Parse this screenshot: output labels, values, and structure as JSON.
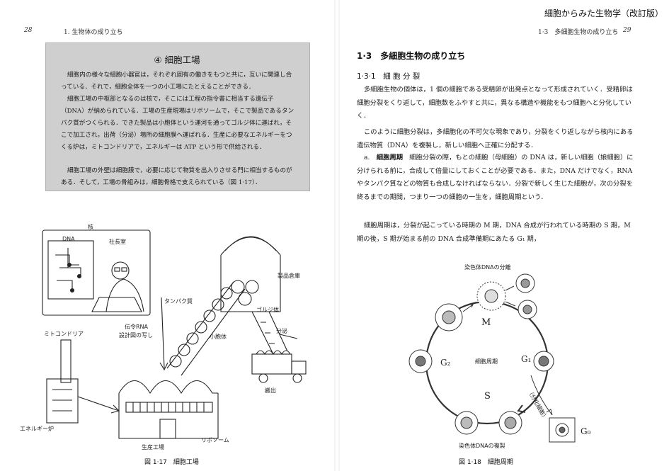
{
  "left_page": {
    "page_number": "28",
    "running_head": "1. 生物体の成り立ち",
    "box": {
      "title": "④ 細胞工場",
      "paragraphs": [
        "細胞内の様々な細胞小器官は，それぞれ固有の働きをもつと共に，互いに関連し合っている．それで，細胞全体を一つの小工場にたとえることができる．",
        "細胞工場の中枢部となるのは核で，そこには工程の指令書に相当する遺伝子（DNA）が納められている．工場の生産現場はリボソームで，そこで製品であるタンパク質がつくられる．できた製品は小胞体という運河を通ってゴルジ体に運ばれ，そこで加工され，出荷（分泌）場所の細胞膜へ運ばれる．生産に必要なエネルギーをつくる炉は，ミトコンドリアで，エネルギーは ATP という形で供給される．",
        "細胞工場の外壁は細胞膜で，必要に応じて物質を出入りさせる門に相当するものがある．そして，工場の骨組みは，細胞骨格で支えられている（図 1·17）．"
      ]
    },
    "figure": {
      "labels": {
        "nucleus": "核",
        "dna": "DNA",
        "president_room": "社長室",
        "mitochondria": "ミトコンドリア",
        "energy_furnace": "エネルギー炉",
        "protein": "タンパク質",
        "mrna_line1": "伝令RNA",
        "mrna_line2": "設計図の写し",
        "er": "小胞体",
        "golgi": "ゴルジ体",
        "warehouse": "製品倉庫",
        "secretion": "分泌",
        "shipping": "搬出",
        "factory": "生産工場",
        "ribosome": "リボソーム"
      },
      "caption": "図 1·17　細胞工場"
    }
  },
  "right_page": {
    "book_title": "細胞からみた生物学（改訂版）",
    "running_head": "1·3　多細胞生物の成り立ち",
    "page_number": "29",
    "section_title": "1·3　多細胞生物の成り立ち",
    "subsection_title": "1·3·1　細 胞 分 裂",
    "paragraphs": [
      {
        "text": "多細胞生物の個体は，1 個の細胞である受精卵が出発点となって形成されていく．受精卵は細胞分裂をくり返して，細胞数をふやすと共に，異なる構造や機能をもつ細胞へと分化していく．"
      },
      {
        "text": "このように細胞分裂は，多細胞化の不可欠な現象であり，分裂をくり返しながら核内にある遺伝物質（DNA）を複製し，新しい細胞へ正確に分配する．"
      },
      {
        "prefix": "a.　",
        "term": "細胞周期",
        "text": "　細胞分裂の際，もとの細胞（母細胞）の DNA は，新しい細胞（娘細胞）に分けられる前に，合成して倍量にしておくことが必要である．また，DNA だけでなく，RNA やタンパク質などの物質も合成しなければならない．分裂で新しく生じた細胞が，次の分裂を終るまでの期間，つまり一つの細胞の一生を，細胞周期という．"
      },
      {
        "text": "細胞周期は，分裂が起こっている時期の M 期，DNA 合成が行われている時期の S 期，M 期の後，S 期が始まる前の DNA 合成準備期にあたる G₁ 期，"
      }
    ],
    "figure": {
      "top_label": "染色体DNAの分離",
      "center_label": "細胞周期",
      "phase_m": "M",
      "phase_g1": "G₁",
      "phase_g2": "G₂",
      "phase_s": "S",
      "g0": "G₀",
      "side_label": "（分化細胞）",
      "bottom_label": "染色体DNAの複製",
      "caption": "図 1·18　細胞周期"
    }
  }
}
